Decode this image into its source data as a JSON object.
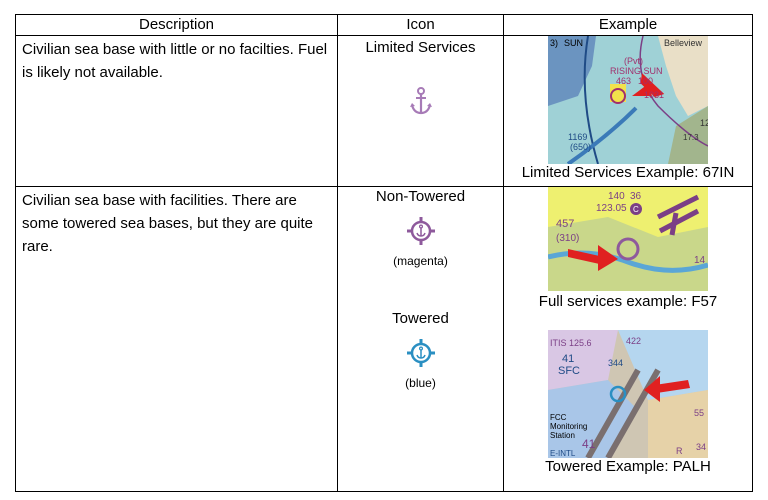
{
  "headers": {
    "description": "Description",
    "icon": "Icon",
    "example": "Example"
  },
  "rows": [
    {
      "description": "Civilian sea base with little or no facilties.  Fuel is likely not available.",
      "icon_label": "Limited Services",
      "icon": "anchor-icon",
      "icon_color": "#a77bb7",
      "example_caption": "Limited Services Example:  67IN",
      "map_labels": [
        "SUN",
        "Belleview",
        "3)",
        "(Pvt)",
        "RISING SUN",
        "463",
        "100",
        "1031",
        "1169",
        "(650)",
        "12",
        "17.3"
      ]
    },
    {
      "description": "Civilian sea base with facilities.  There are some towered sea bases, but they are quite rare.",
      "variants": [
        {
          "label": "Non-Towered",
          "icon": "seaplane-base-magenta-icon",
          "color_note": "(magenta)",
          "icon_color": "#8e5a9c",
          "example_caption": "Full services example:  F57",
          "map_labels": [
            "140",
            "36",
            "123.05",
            "C",
            "457",
            "(310)",
            "14"
          ]
        },
        {
          "label": "Towered",
          "icon": "seaplane-base-blue-icon",
          "color_note": "(blue)",
          "icon_color": "#2a8fc2",
          "example_caption": "Towered Example:  PALH",
          "map_labels": [
            "ITIS 125.6",
            "422",
            "41",
            "SFC",
            "344",
            "55",
            "FCC",
            "Monitoring",
            "Station",
            "41",
            "34",
            "E-INTL",
            "R"
          ]
        }
      ]
    }
  ]
}
